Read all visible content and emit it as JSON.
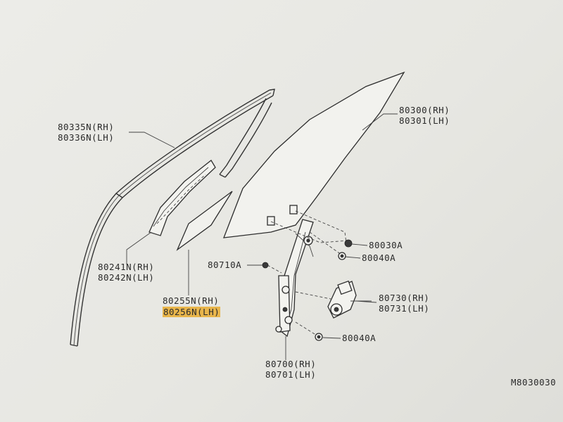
{
  "callouts": {
    "rail_rh": "80335N(RH)",
    "rail_lh": "80336N(LH)",
    "glass_rh": "80300(RH)",
    "glass_lh": "80301(LH)",
    "corner_rh": "80241N(RH)",
    "corner_lh": "80242N(LH)",
    "small_glass_rh": "80255N(RH)",
    "small_glass_lh": "80256N(LH)",
    "bolt_a": "80030A",
    "nut_a": "80040A",
    "screw_a": "80710A",
    "motor_rh": "80730(RH)",
    "motor_lh": "80731(LH)",
    "nut_b": "80040A",
    "regulator_rh": "80700(RH)",
    "regulator_lh": "80701(LH)"
  },
  "diagram_code": "M8030030",
  "colors": {
    "highlight": "#e8b54b",
    "ink": "#2a2a2a"
  }
}
